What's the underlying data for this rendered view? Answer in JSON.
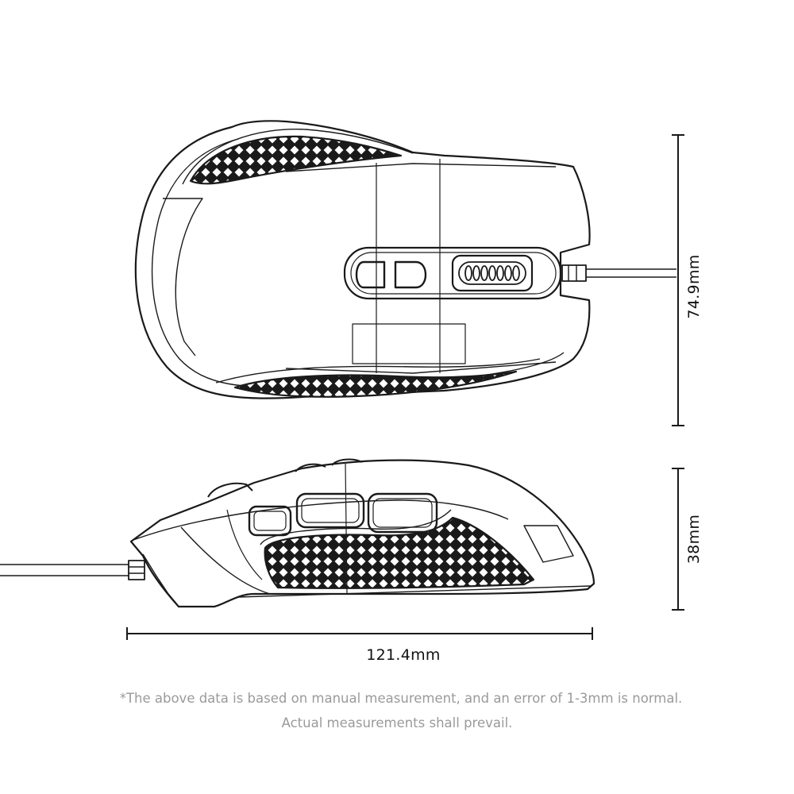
{
  "dimensions": {
    "width": "121.4mm",
    "length": "74.9mm",
    "height": "38mm"
  },
  "notes": {
    "line1": "*The above data is based on manual measurement, and an error of 1-3mm is normal.",
    "line2": "Actual measurements shall prevail."
  },
  "colors": {
    "line": "#1a1a1a",
    "note_text": "#9a9a9a",
    "background": "#ffffff"
  }
}
